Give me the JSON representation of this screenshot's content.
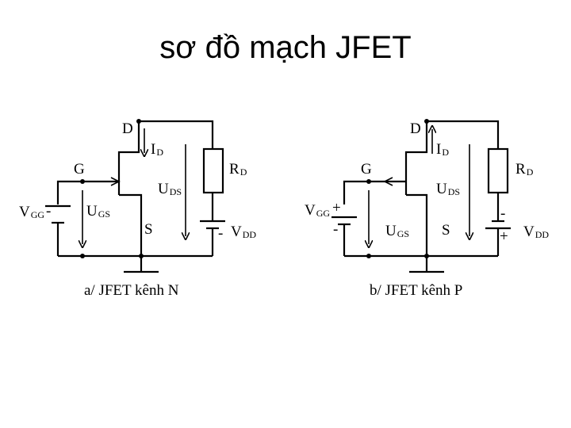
{
  "title": "sơ đồ mạch JFET",
  "left": {
    "D": "D",
    "I": "I",
    "I_sub": "D",
    "G": "G",
    "R": "R",
    "R_sub": "D",
    "U_ds": "U",
    "U_ds_sub": "DS",
    "V_gg": "V",
    "V_gg_sub": "GG",
    "U_gs": "U",
    "U_gs_sub": "GS",
    "S": "S",
    "V_dd": "V",
    "V_dd_sub": "DD",
    "gg_minus": "-",
    "dd_minus": "-",
    "caption": "a/ JFET kênh N"
  },
  "right": {
    "D": "D",
    "I": "I",
    "I_sub": "D",
    "G": "G",
    "R": "R",
    "R_sub": "D",
    "U_ds": "U",
    "U_ds_sub": "DS",
    "V_gg": "V",
    "V_gg_sub": "GG",
    "U_gs": "U",
    "U_gs_sub": "GS",
    "S": "S",
    "V_dd": "V",
    "V_dd_sub": "DD",
    "gg_plus": "+",
    "gg_minus": "-",
    "dd_minus": "-",
    "dd_plus": "+",
    "caption": "b/ JFET kênh P"
  }
}
